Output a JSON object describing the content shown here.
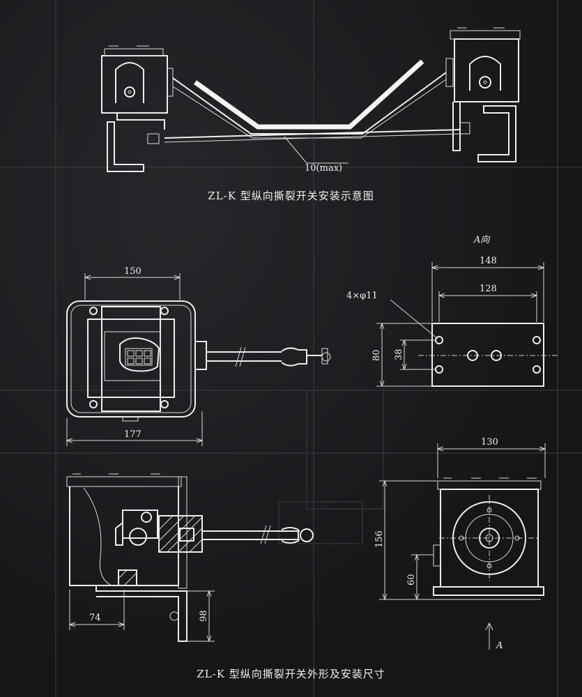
{
  "captions": {
    "top": "ZL-K 型纵向撕裂开关安装示意图",
    "bottom": "ZL-K 型纵向撕裂开关外形及安装尺寸"
  },
  "labels": {
    "max_gap": "10(max)",
    "view_a_title": "A向",
    "view_a_arrow": "A",
    "holes": "4×φ11"
  },
  "dimensions": {
    "top_width": "150",
    "bottom_width": "177",
    "view_a_outer": "148",
    "view_a_inner": "128",
    "view_a_height": "80",
    "view_a_hole_gap": "38",
    "side_height": "156",
    "side_width": "130",
    "side_axis": "60",
    "section_offset": "74",
    "section_bracket": "98"
  },
  "colors": {
    "background": "#17181a",
    "line": "#eeeeee"
  }
}
